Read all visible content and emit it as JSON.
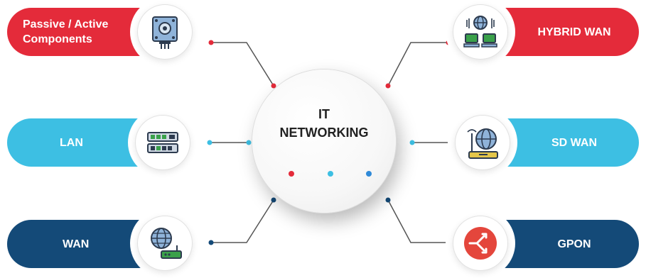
{
  "hub": {
    "title": "IT NETWORKING"
  },
  "colors": {
    "red": "#e42b3a",
    "cyan": "#3dbfe3",
    "navy": "#144a78"
  },
  "nodes": [
    {
      "id": "passive-active",
      "label": "Passive / Active Components",
      "color": "red",
      "icon": "circuit-board-icon"
    },
    {
      "id": "lan",
      "label": "LAN",
      "color": "cyan",
      "icon": "network-switch-icon"
    },
    {
      "id": "wan",
      "label": "WAN",
      "color": "navy",
      "icon": "globe-router-icon"
    },
    {
      "id": "hybrid-wan",
      "label": "HYBRID WAN",
      "color": "red",
      "icon": "globe-computers-icon"
    },
    {
      "id": "sd-wan",
      "label": "SD WAN",
      "color": "cyan",
      "icon": "globe-antenna-icon"
    },
    {
      "id": "gpon",
      "label": "GPON",
      "color": "navy",
      "icon": "split-arrow-icon"
    }
  ]
}
